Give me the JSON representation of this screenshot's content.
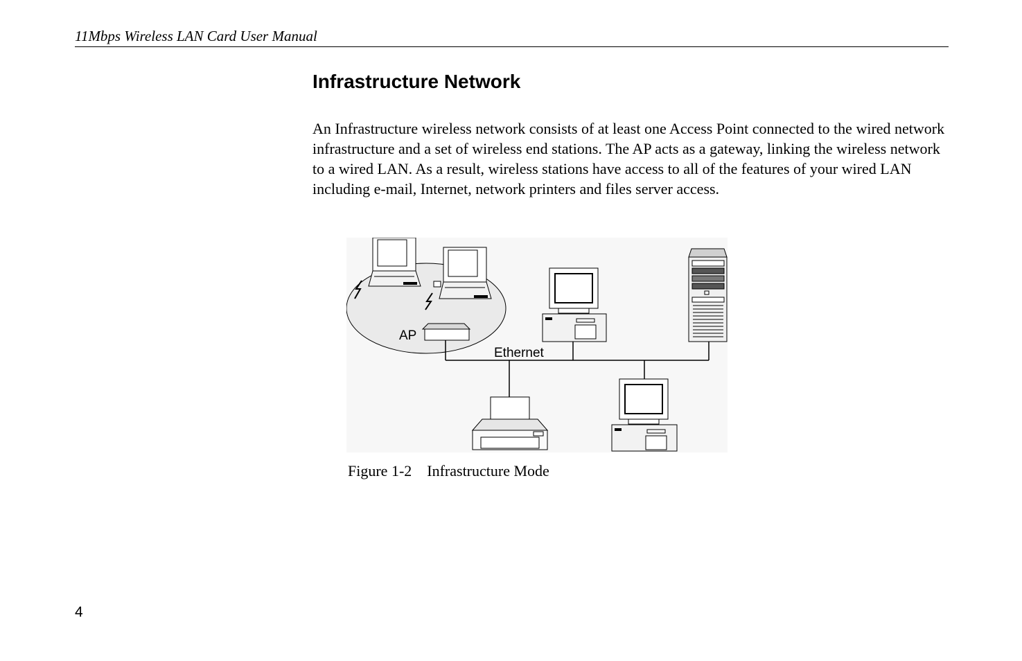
{
  "header": {
    "title": "11Mbps Wireless LAN Card User Manual"
  },
  "section": {
    "title": "Infrastructure Network",
    "paragraph": "An Infrastructure wireless network consists of at least one Access Point connected to the wired network infrastructure and a set of wireless end stations. The AP acts as a gateway, linking the wireless network to a wired LAN. As a result, wireless stations have access to all of the features of your wired LAN including e-mail, Internet, network printers and files server access."
  },
  "figure": {
    "labels": {
      "ap": "AP",
      "ethernet": "Ethernet"
    },
    "caption": "Figure 1-2    Infrastructure Mode"
  },
  "footer": {
    "page_number": "4"
  }
}
